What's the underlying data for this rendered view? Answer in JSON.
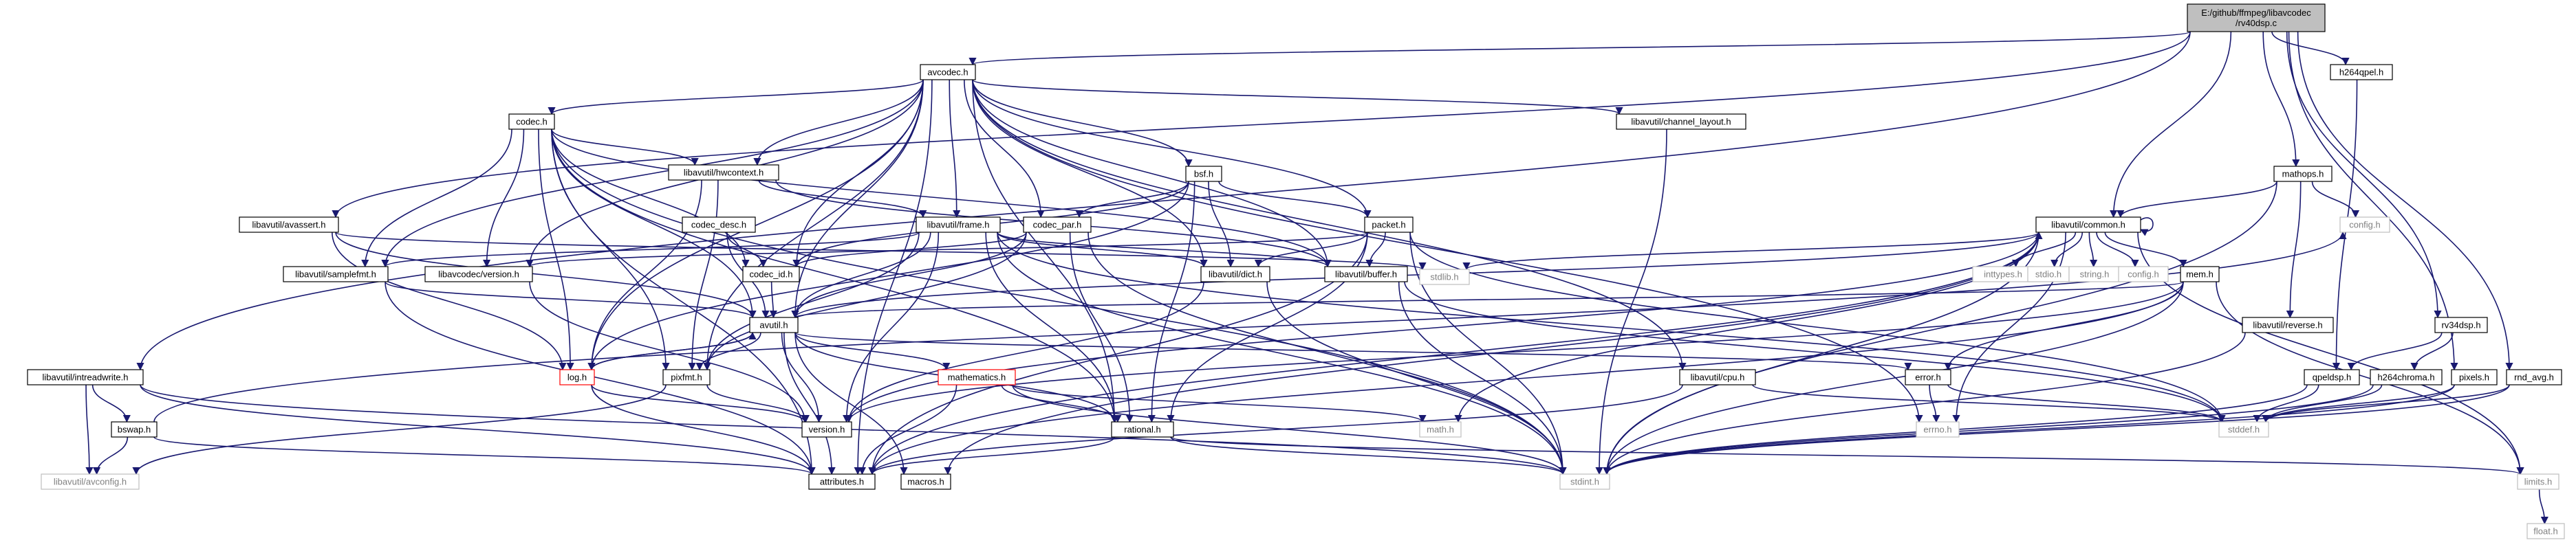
{
  "figure": {
    "kind": "include-dependency-graph"
  },
  "nodes": [
    {
      "id": "root",
      "label": "E:/github/ffmpeg/libavcodec\n/rv40dsp.c",
      "kind": "root"
    },
    {
      "id": "avcodec_h",
      "label": "avcodec.h",
      "kind": "file"
    },
    {
      "id": "h264qpel_h",
      "label": "h264qpel.h",
      "kind": "file"
    },
    {
      "id": "codec_h",
      "label": "codec.h",
      "kind": "file"
    },
    {
      "id": "lu_channel_layout",
      "label": "libavutil/channel_layout.h",
      "kind": "file"
    },
    {
      "id": "mathops_h",
      "label": "mathops.h",
      "kind": "file"
    },
    {
      "id": "lu_hwcontext",
      "label": "libavutil/hwcontext.h",
      "kind": "file"
    },
    {
      "id": "bsf_h",
      "label": "bsf.h",
      "kind": "file"
    },
    {
      "id": "config_h",
      "label": "config.h",
      "kind": "missing"
    },
    {
      "id": "lu_avassert",
      "label": "libavutil/avassert.h",
      "kind": "file"
    },
    {
      "id": "codec_desc",
      "label": "codec_desc.h",
      "kind": "file"
    },
    {
      "id": "lu_frame",
      "label": "libavutil/frame.h",
      "kind": "file"
    },
    {
      "id": "codec_par",
      "label": "codec_par.h",
      "kind": "file"
    },
    {
      "id": "packet_h",
      "label": "packet.h",
      "kind": "file"
    },
    {
      "id": "lu_common",
      "label": "libavutil/common.h",
      "kind": "file"
    },
    {
      "id": "lu_samplefmt",
      "label": "libavutil/samplefmt.h",
      "kind": "file"
    },
    {
      "id": "lc_version",
      "label": "libavcodec/version.h",
      "kind": "file"
    },
    {
      "id": "codec_id",
      "label": "codec_id.h",
      "kind": "file"
    },
    {
      "id": "lu_dict",
      "label": "libavutil/dict.h",
      "kind": "file"
    },
    {
      "id": "lu_buffer",
      "label": "libavutil/buffer.h",
      "kind": "file"
    },
    {
      "id": "stdlib_h",
      "label": "stdlib.h",
      "kind": "missing"
    },
    {
      "id": "inttypes_h",
      "label": "inttypes.h",
      "kind": "missing"
    },
    {
      "id": "stdio_h",
      "label": "stdio.h",
      "kind": "missing"
    },
    {
      "id": "string_h",
      "label": "string.h",
      "kind": "missing"
    },
    {
      "id": "config_h2",
      "label": "config.h",
      "kind": "missing"
    },
    {
      "id": "mem_h",
      "label": "mem.h",
      "kind": "file"
    },
    {
      "id": "avutil_h",
      "label": "avutil.h",
      "kind": "file"
    },
    {
      "id": "lu_reverse",
      "label": "libavutil/reverse.h",
      "kind": "file"
    },
    {
      "id": "rv34dsp_h",
      "label": "rv34dsp.h",
      "kind": "file"
    },
    {
      "id": "lu_intreadwrite",
      "label": "libavutil/intreadwrite.h",
      "kind": "file"
    },
    {
      "id": "log_h",
      "label": "log.h",
      "kind": "red"
    },
    {
      "id": "pixfmt_h",
      "label": "pixfmt.h",
      "kind": "file"
    },
    {
      "id": "mathematics_h",
      "label": "mathematics.h",
      "kind": "red"
    },
    {
      "id": "lu_cpu",
      "label": "libavutil/cpu.h",
      "kind": "file"
    },
    {
      "id": "error_h",
      "label": "error.h",
      "kind": "file"
    },
    {
      "id": "qpeldsp_h",
      "label": "qpeldsp.h",
      "kind": "file"
    },
    {
      "id": "h264chroma_h",
      "label": "h264chroma.h",
      "kind": "file"
    },
    {
      "id": "pixels_h",
      "label": "pixels.h",
      "kind": "file"
    },
    {
      "id": "rnd_avg_h",
      "label": "rnd_avg.h",
      "kind": "file"
    },
    {
      "id": "bswap_h",
      "label": "bswap.h",
      "kind": "file"
    },
    {
      "id": "version_h",
      "label": "version.h",
      "kind": "file"
    },
    {
      "id": "rational_h",
      "label": "rational.h",
      "kind": "file"
    },
    {
      "id": "math_h",
      "label": "math.h",
      "kind": "missing"
    },
    {
      "id": "errno_h",
      "label": "errno.h",
      "kind": "missing"
    },
    {
      "id": "stddef_h",
      "label": "stddef.h",
      "kind": "missing"
    },
    {
      "id": "lu_avconfig",
      "label": "libavutil/avconfig.h",
      "kind": "missing"
    },
    {
      "id": "attributes_h",
      "label": "attributes.h",
      "kind": "file"
    },
    {
      "id": "macros_h",
      "label": "macros.h",
      "kind": "file"
    },
    {
      "id": "stdint_h",
      "label": "stdint.h",
      "kind": "missing"
    },
    {
      "id": "limits_h",
      "label": "limits.h",
      "kind": "missing"
    },
    {
      "id": "float_h",
      "label": "float.h",
      "kind": "missing"
    }
  ],
  "edges": [
    [
      "root",
      "avcodec_h"
    ],
    [
      "root",
      "h264qpel_h"
    ],
    [
      "root",
      "mathops_h"
    ],
    [
      "root",
      "lu_common"
    ],
    [
      "root",
      "lu_intreadwrite"
    ],
    [
      "root",
      "rv34dsp_h"
    ],
    [
      "root",
      "rnd_avg_h"
    ],
    [
      "root",
      "pixels_h"
    ],
    [
      "root",
      "lu_avassert"
    ],
    [
      "avcodec_h",
      "codec_h"
    ],
    [
      "avcodec_h",
      "lu_channel_layout"
    ],
    [
      "avcodec_h",
      "lu_hwcontext"
    ],
    [
      "avcodec_h",
      "bsf_h"
    ],
    [
      "avcodec_h",
      "lu_frame"
    ],
    [
      "avcodec_h",
      "codec_par"
    ],
    [
      "avcodec_h",
      "packet_h"
    ],
    [
      "avcodec_h",
      "lu_samplefmt"
    ],
    [
      "avcodec_h",
      "lc_version"
    ],
    [
      "avcodec_h",
      "codec_id"
    ],
    [
      "avcodec_h",
      "lu_dict"
    ],
    [
      "avcodec_h",
      "lu_buffer"
    ],
    [
      "avcodec_h",
      "avutil_h"
    ],
    [
      "avcodec_h",
      "log_h"
    ],
    [
      "avcodec_h",
      "pixfmt_h"
    ],
    [
      "avcodec_h",
      "rational_h"
    ],
    [
      "avcodec_h",
      "lu_cpu"
    ],
    [
      "avcodec_h",
      "errno_h"
    ],
    [
      "avcodec_h",
      "attributes_h"
    ],
    [
      "codec_h",
      "lu_hwcontext"
    ],
    [
      "codec_h",
      "codec_id"
    ],
    [
      "codec_h",
      "lu_samplefmt"
    ],
    [
      "codec_h",
      "lc_version"
    ],
    [
      "codec_h",
      "avutil_h"
    ],
    [
      "codec_h",
      "log_h"
    ],
    [
      "codec_h",
      "pixfmt_h"
    ],
    [
      "codec_h",
      "rational_h"
    ],
    [
      "codec_h",
      "lu_buffer"
    ],
    [
      "codec_h",
      "attributes_h"
    ],
    [
      "codec_h",
      "stdint_h"
    ],
    [
      "lu_channel_layout",
      "stdint_h"
    ],
    [
      "lu_hwcontext",
      "lu_buffer"
    ],
    [
      "lu_hwcontext",
      "lu_frame"
    ],
    [
      "lu_hwcontext",
      "log_h"
    ],
    [
      "lu_hwcontext",
      "pixfmt_h"
    ],
    [
      "bsf_h",
      "codec_id"
    ],
    [
      "bsf_h",
      "codec_par"
    ],
    [
      "bsf_h",
      "packet_h"
    ],
    [
      "bsf_h",
      "lu_dict"
    ],
    [
      "bsf_h",
      "log_h"
    ],
    [
      "bsf_h",
      "rational_h"
    ],
    [
      "lu_avassert",
      "stdlib_h"
    ],
    [
      "lu_avassert",
      "avutil_h"
    ],
    [
      "lu_avassert",
      "log_h"
    ],
    [
      "codec_desc",
      "codec_id"
    ],
    [
      "codec_desc",
      "avutil_h"
    ],
    [
      "lu_frame",
      "stddef_h"
    ],
    [
      "lu_frame",
      "stdint_h"
    ],
    [
      "lu_frame",
      "avutil_h"
    ],
    [
      "lu_frame",
      "lu_buffer"
    ],
    [
      "lu_frame",
      "lu_dict"
    ],
    [
      "lu_frame",
      "rational_h"
    ],
    [
      "lu_frame",
      "lu_samplefmt"
    ],
    [
      "lu_frame",
      "pixfmt_h"
    ],
    [
      "lu_frame",
      "version_h"
    ],
    [
      "codec_par",
      "stdint_h"
    ],
    [
      "codec_par",
      "avutil_h"
    ],
    [
      "codec_par",
      "rational_h"
    ],
    [
      "codec_par",
      "pixfmt_h"
    ],
    [
      "codec_par",
      "codec_id"
    ],
    [
      "packet_h",
      "stddef_h"
    ],
    [
      "packet_h",
      "stdint_h"
    ],
    [
      "packet_h",
      "attributes_h"
    ],
    [
      "packet_h",
      "lu_buffer"
    ],
    [
      "packet_h",
      "lu_dict"
    ],
    [
      "packet_h",
      "rational_h"
    ],
    [
      "packet_h",
      "lc_version"
    ],
    [
      "mathops_h",
      "config_h"
    ],
    [
      "mathops_h",
      "lu_common"
    ],
    [
      "mathops_h",
      "stdint_h"
    ],
    [
      "mathops_h",
      "lu_reverse"
    ],
    [
      "lu_common",
      "errno_h"
    ],
    [
      "lu_common",
      "inttypes_h"
    ],
    [
      "lu_common",
      "limits_h"
    ],
    [
      "lu_common",
      "math_h"
    ],
    [
      "lu_common",
      "stdint_h"
    ],
    [
      "lu_common",
      "stdio_h"
    ],
    [
      "lu_common",
      "stdlib_h"
    ],
    [
      "lu_common",
      "string_h"
    ],
    [
      "lu_common",
      "attributes_h"
    ],
    [
      "lu_common",
      "macros_h"
    ],
    [
      "lu_common",
      "version_h"
    ],
    [
      "lu_common",
      "config_h2"
    ],
    [
      "lu_common",
      "mem_h"
    ],
    [
      "lu_common",
      "lu_common"
    ],
    [
      "lu_samplefmt",
      "avutil_h"
    ],
    [
      "lu_samplefmt",
      "attributes_h"
    ],
    [
      "lc_version",
      "version_h"
    ],
    [
      "codec_id",
      "avutil_h"
    ],
    [
      "lu_dict",
      "stdint_h"
    ],
    [
      "lu_dict",
      "version_h"
    ],
    [
      "lu_buffer",
      "stddef_h"
    ],
    [
      "lu_buffer",
      "stdint_h"
    ],
    [
      "mem_h",
      "limits_h"
    ],
    [
      "mem_h",
      "stdint_h"
    ],
    [
      "mem_h",
      "attributes_h"
    ],
    [
      "mem_h",
      "error_h"
    ],
    [
      "mem_h",
      "avutil_h"
    ],
    [
      "mem_h",
      "version_h"
    ],
    [
      "avutil_h",
      "attributes_h"
    ],
    [
      "avutil_h",
      "macros_h"
    ],
    [
      "avutil_h",
      "version_h"
    ],
    [
      "avutil_h",
      "lu_common"
    ],
    [
      "avutil_h",
      "error_h"
    ],
    [
      "avutil_h",
      "rational_h"
    ],
    [
      "avutil_h",
      "mathematics_h"
    ],
    [
      "avutil_h",
      "log_h"
    ],
    [
      "avutil_h",
      "pixfmt_h"
    ],
    [
      "lu_reverse",
      "stdint_h"
    ],
    [
      "rv34dsp_h",
      "h264chroma_h"
    ],
    [
      "rv34dsp_h",
      "qpeldsp_h"
    ],
    [
      "lu_intreadwrite",
      "stdint_h"
    ],
    [
      "lu_intreadwrite",
      "lu_avconfig"
    ],
    [
      "lu_intreadwrite",
      "attributes_h"
    ],
    [
      "lu_intreadwrite",
      "bswap_h"
    ],
    [
      "log_h",
      "stdarg_skip"
    ],
    [
      "log_h",
      "avutil_h"
    ],
    [
      "log_h",
      "attributes_h"
    ],
    [
      "log_h",
      "version_h"
    ],
    [
      "pixfmt_h",
      "lu_avconfig"
    ],
    [
      "pixfmt_h",
      "version_h"
    ],
    [
      "mathematics_h",
      "stdint_h"
    ],
    [
      "mathematics_h",
      "math_h"
    ],
    [
      "mathematics_h",
      "attributes_h"
    ],
    [
      "mathematics_h",
      "rational_h"
    ],
    [
      "mathematics_h",
      "intfloat_skip"
    ],
    [
      "lu_cpu",
      "stddef_h"
    ],
    [
      "lu_cpu",
      "attributes_h"
    ],
    [
      "error_h",
      "errno_h"
    ],
    [
      "error_h",
      "stddef_h"
    ],
    [
      "qpeldsp_h",
      "stddef_h"
    ],
    [
      "qpeldsp_h",
      "stdint_h"
    ],
    [
      "h264chroma_h",
      "stddef_h"
    ],
    [
      "h264chroma_h",
      "stdint_h"
    ],
    [
      "pixels_h",
      "stddef_h"
    ],
    [
      "pixels_h",
      "stdint_h"
    ],
    [
      "rnd_avg_h",
      "stddef_h"
    ],
    [
      "rnd_avg_h",
      "stdint_h"
    ],
    [
      "h264qpel_h",
      "qpeldsp_h"
    ],
    [
      "bswap_h",
      "lu_avconfig"
    ],
    [
      "bswap_h",
      "attributes_h"
    ],
    [
      "bswap_h",
      "config_h"
    ],
    [
      "rational_h",
      "stdint_h"
    ],
    [
      "rational_h",
      "limits_h"
    ],
    [
      "rational_h",
      "attributes_h"
    ],
    [
      "limits_h",
      "float_h"
    ]
  ]
}
